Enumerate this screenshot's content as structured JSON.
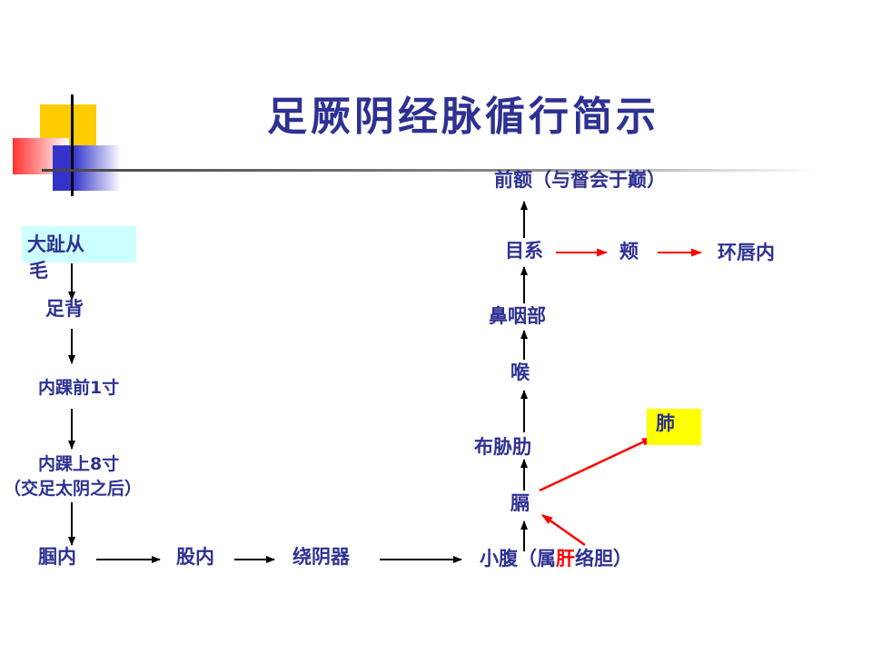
{
  "title": "足厥阴经脉循行简示",
  "colors": {
    "text": "#2e3192",
    "arrow_black": "#000000",
    "arrow_red": "#ff0000",
    "highlight_red": "#ff0000",
    "box_cyan": "#ccffff",
    "box_yellow": "#ffff00",
    "deco_yellow": "#ffcc00",
    "deco_red": "#ff3333",
    "deco_blue": "#3333cc"
  },
  "nodes": {
    "dazhi_line1": "大趾从",
    "dazhi_line2": "毛",
    "zubei": "足背",
    "neihuai_qian": "内踝前1寸",
    "neihuai_shang": "内踝上8寸",
    "jiao_zutaiyin": "（交足太阴之后）",
    "guonei": "腘内",
    "gunei": "股内",
    "raoyinqi": "绕阴器",
    "xiaofu_pre": "小腹（属",
    "xiaofu_gan": "肝",
    "xiaofu_post": "络胆）",
    "ge": "膈",
    "buxielei": "布胁肋",
    "fei": "肺",
    "hou": "喉",
    "biyanbu": "鼻咽部",
    "muxi": "目系",
    "jia": "颊",
    "huanchunnei": "环唇内",
    "qiane": "前额（与督会于巅）"
  }
}
